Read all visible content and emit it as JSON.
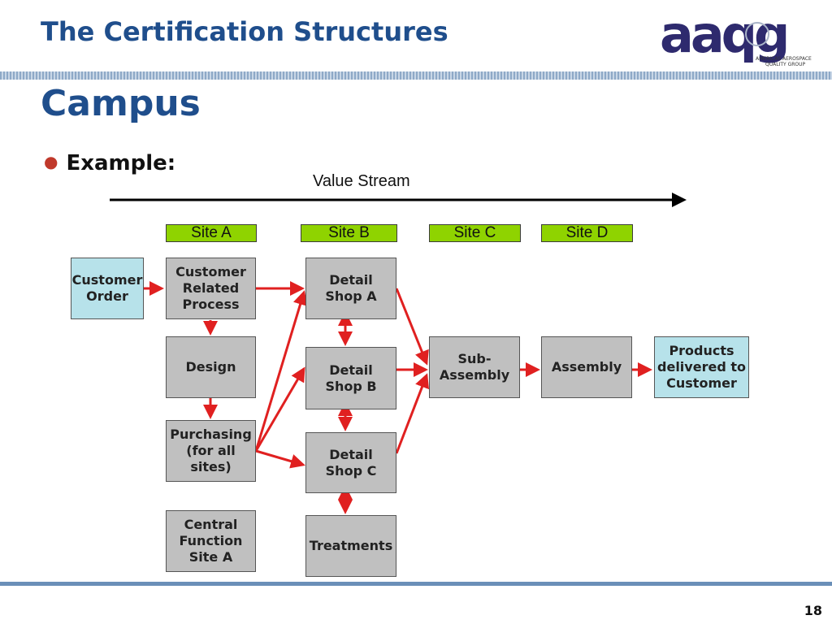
{
  "header": {
    "title": "The Certification Structures",
    "logo_text": "aaqg",
    "logo_caption_line1": "AMERICAS AEROSPACE",
    "logo_caption_line2": "QUALITY GROUP"
  },
  "section_title": "Campus",
  "bullet": "Example:",
  "diagram": {
    "value_stream_label": "Value Stream",
    "sites": [
      "Site A",
      "Site B",
      "Site C",
      "Site D"
    ],
    "boxes": {
      "customer_order": "Customer\nOrder",
      "customer_related_process": "Customer\nRelated\nProcess",
      "design": "Design",
      "purchasing": "Purchasing\n(for all sites)",
      "central_function": "Central\nFunction\nSite A",
      "detail_shop_a": "Detail\nShop A",
      "detail_shop_b": "Detail\nShop B",
      "detail_shop_c": "Detail\nShop C",
      "treatments": "Treatments",
      "sub_assembly": "Sub-\nAssembly",
      "assembly": "Assembly",
      "products_delivered": "Products\ndelivered to\nCustomer"
    },
    "colors": {
      "process_box": "#c0c0c0",
      "endpoint_box": "#b7e2ea",
      "site_label": "#8fd300",
      "flow_arrow": "#e02020",
      "value_stream_arrow": "#000000"
    }
  },
  "footer": {
    "page_number": "18"
  }
}
